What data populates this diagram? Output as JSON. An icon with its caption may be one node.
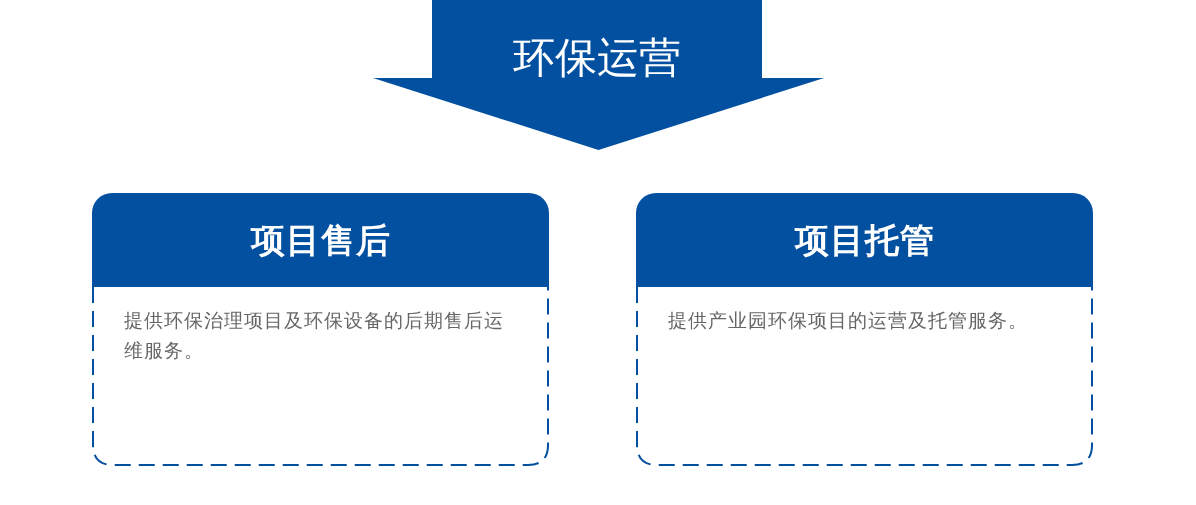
{
  "diagram": {
    "nodes": [
      {
        "text": [
          "环保运营"
        ]
      },
      {
        "text": [
          "项目售后",
          "提供环保治理项目及环保设备的后期售后运维服务。"
        ]
      },
      {
        "text": [
          "项目托管",
          "提供产业园环保项目的运营及托管服务。"
        ]
      }
    ]
  }
}
